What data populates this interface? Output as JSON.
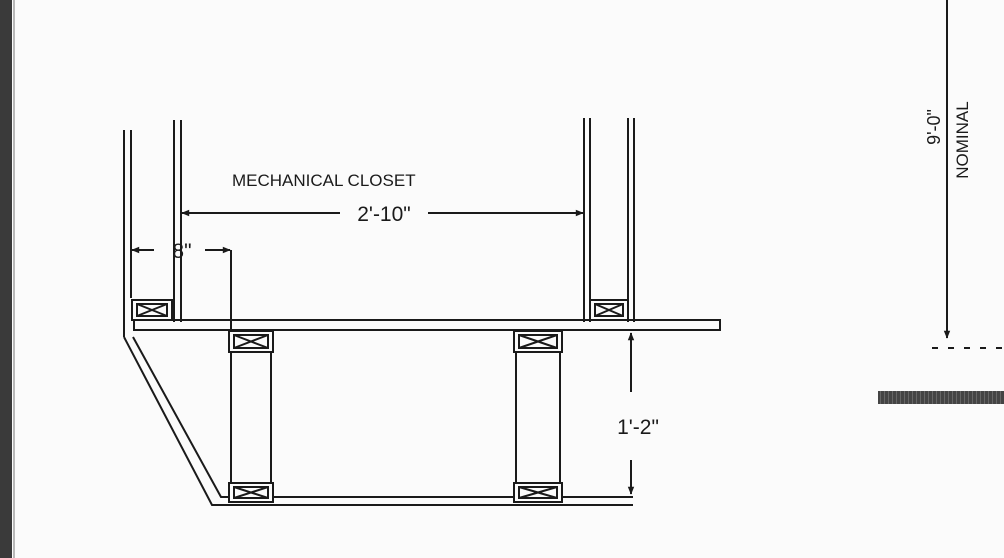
{
  "labels": {
    "room": "MECHANICAL CLOSET",
    "width_dim": "2'-10\"",
    "offset_dim": "8\"",
    "depth_dim": "1'-2\"",
    "height_dim": "9'-0\"",
    "height_note": "NOMINAL"
  },
  "colors": {
    "ink": "#1a1a1a",
    "paper": "#fbfbfb",
    "border": "#3a3a3a"
  }
}
